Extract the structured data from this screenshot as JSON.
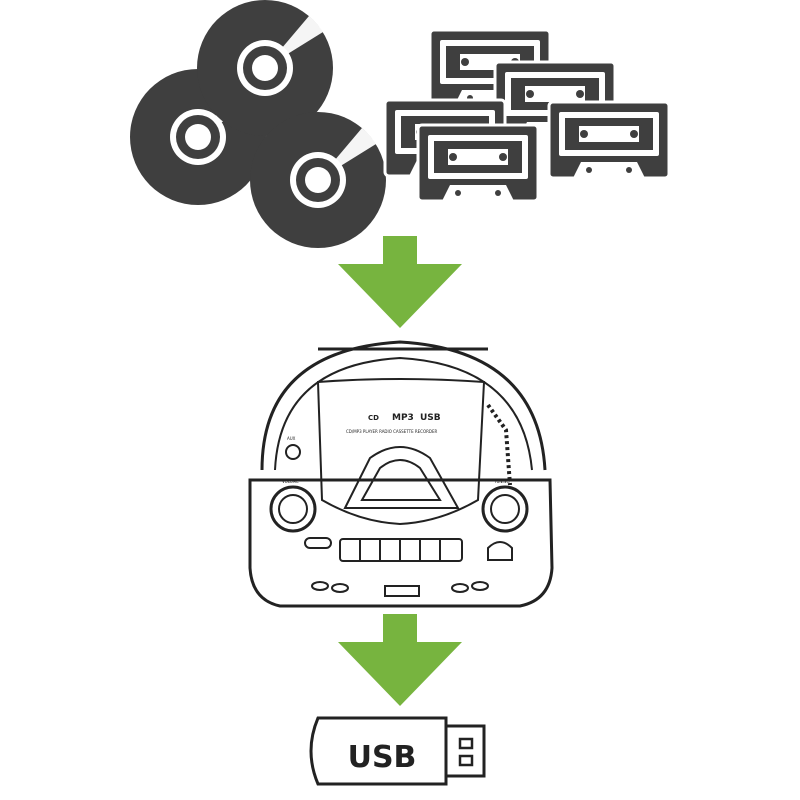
{
  "colors": {
    "media_dark": "#3f3f3f",
    "arrow_green": "#77b43f",
    "line": "#222222",
    "background": "#ffffff"
  },
  "icons": {
    "cds": "cd-disc-icon",
    "cassettes": "cassette-tape-icon",
    "arrow": "arrow-down-icon",
    "player": "boombox-icon",
    "usb_stick": "usb-drive-icon"
  },
  "boombox": {
    "cd_logo": "CD",
    "mp3_logo": "MP3",
    "usb_logo": "USB",
    "tagline": "CD/MP3 PLAYER RADIO CASSETTE RECORDER",
    "volume_label": "VOLUME",
    "tuning_label": "TUNING",
    "aux_label": "AUX"
  },
  "usb": {
    "label": "USB"
  }
}
